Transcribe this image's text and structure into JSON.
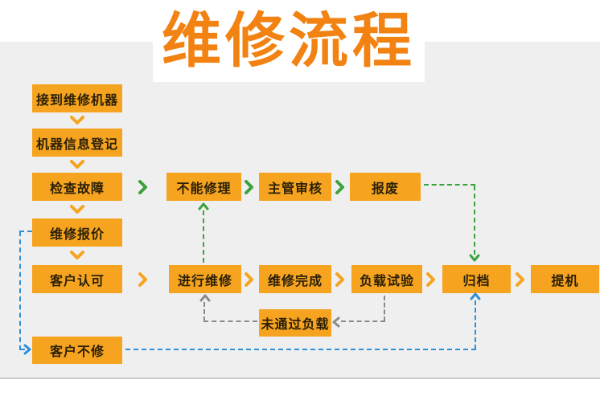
{
  "title": "维修流程",
  "colors": {
    "node_fill": "#f6a41f",
    "node_text": "#2b2007",
    "title_orange": "#f28211",
    "green_arrow": "#3ba33b",
    "gray_arrow": "#8a8a8a",
    "blue_arrow": "#2e90d8",
    "panel_background": "#efefef"
  },
  "nodes": {
    "receive_machine": "接到维修机器",
    "machine_registration": "机器信息登记",
    "check_fault": "检查故障",
    "repair_quote": "维修报价",
    "customer_approve": "客户认可",
    "customer_decline": "客户不修",
    "cannot_repair": "不能修理",
    "supervisor_review": "主管审核",
    "scrap": "报废",
    "perform_repair": "进行维修",
    "repair_complete": "维修完成",
    "load_test": "负载试验",
    "load_test_failed": "未通过负载",
    "archive": "归档",
    "pickup_machine": "提机"
  },
  "edges": [
    {
      "from": "接到维修机器",
      "to": "机器信息登记",
      "style": "orange-chevron"
    },
    {
      "from": "机器信息登记",
      "to": "检查故障",
      "style": "orange-chevron"
    },
    {
      "from": "检查故障",
      "to": "维修报价",
      "style": "orange-chevron"
    },
    {
      "from": "维修报价",
      "to": "客户认可",
      "style": "orange-chevron"
    },
    {
      "from": "检查故障",
      "to": "不能修理",
      "style": "green-chevron"
    },
    {
      "from": "不能修理",
      "to": "主管审核",
      "style": "green-chevron"
    },
    {
      "from": "主管审核",
      "to": "报废",
      "style": "green-chevron"
    },
    {
      "from": "报废",
      "to": "归档",
      "style": "green-dashed-arrow"
    },
    {
      "from": "进行维修",
      "to": "不能修理",
      "style": "green-dashed-arrow"
    },
    {
      "from": "客户认可",
      "to": "进行维修",
      "style": "orange-chevron"
    },
    {
      "from": "进行维修",
      "to": "维修完成",
      "style": "orange-chevron"
    },
    {
      "from": "维修完成",
      "to": "负载试验",
      "style": "orange-chevron"
    },
    {
      "from": "负载试验",
      "to": "归档",
      "style": "orange-chevron"
    },
    {
      "from": "归档",
      "to": "提机",
      "style": "orange-chevron"
    },
    {
      "from": "负载试验",
      "to": "未通过负载",
      "style": "gray-dashed-arrow"
    },
    {
      "from": "未通过负载",
      "to": "进行维修",
      "style": "gray-dashed-arrow"
    },
    {
      "from": "维修报价",
      "to": "客户不修",
      "style": "blue-dashed-arrow"
    },
    {
      "from": "客户不修",
      "to": "归档",
      "style": "blue-dashed-arrow"
    }
  ]
}
